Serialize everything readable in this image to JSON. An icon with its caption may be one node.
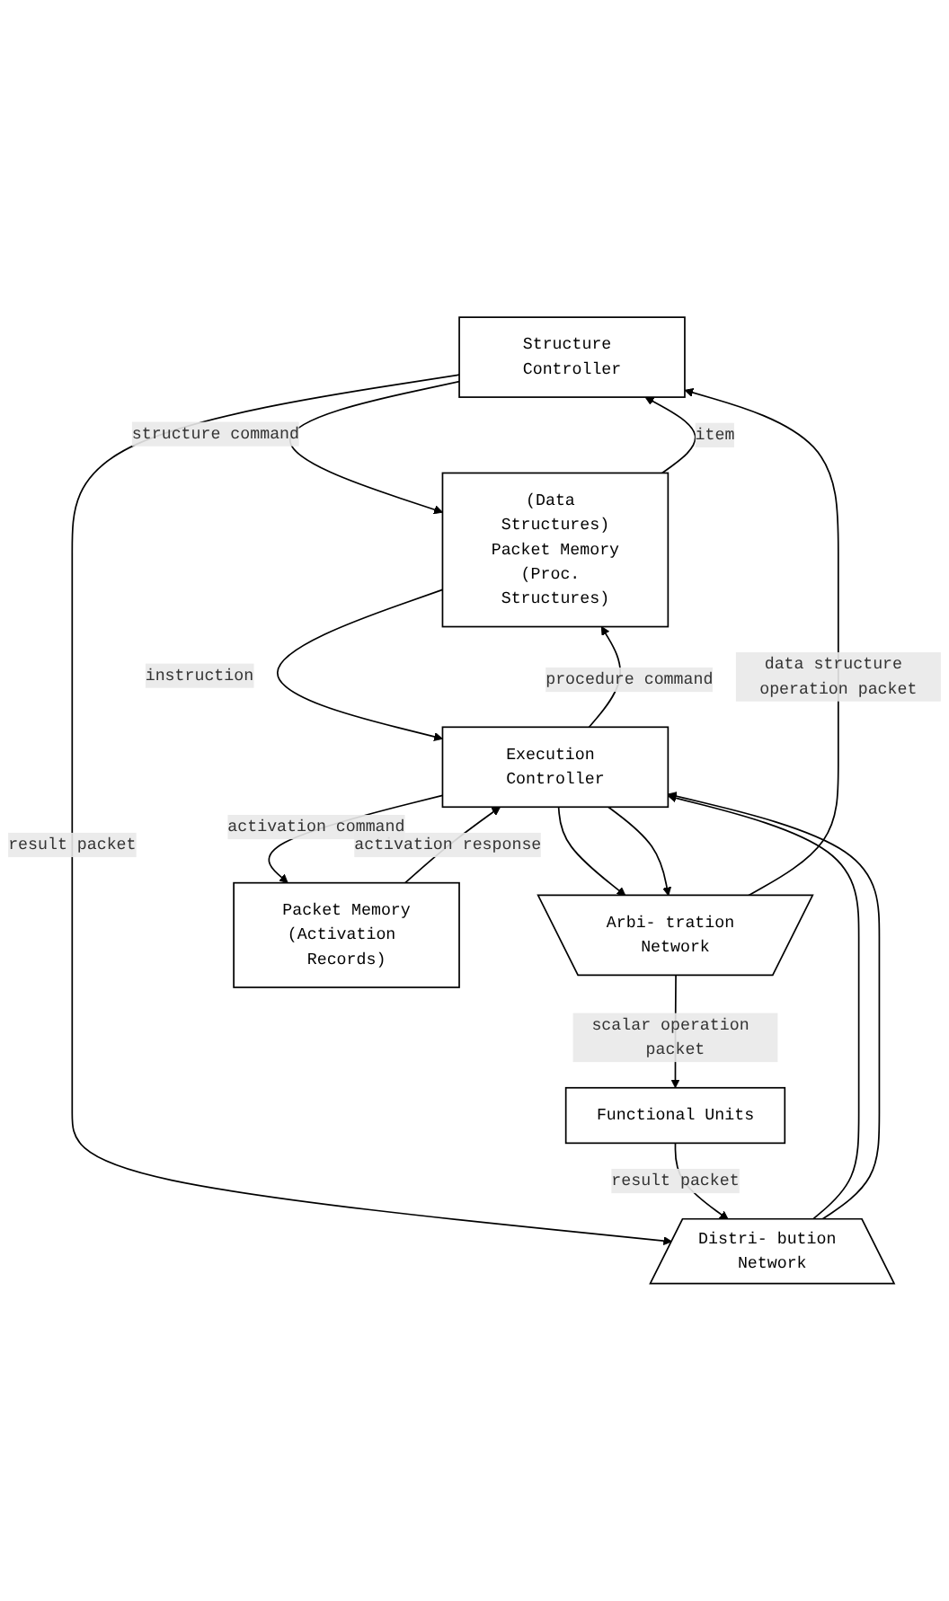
{
  "diagram": {
    "nodes": [
      {
        "text": [
          "Structure Controller"
        ]
      },
      {
        "text": [
          "(Data Structures)",
          "Packet Memory",
          "(Proc. Structures)"
        ]
      },
      {
        "text": [
          "Distri- bution Network"
        ]
      },
      {
        "text": [
          "Execution Controller"
        ]
      },
      {
        "text": [
          "Arbi- tration Network"
        ]
      },
      {
        "text": [
          "Packet Memory",
          "(Activation Records)"
        ]
      },
      {
        "text": [
          "Functional Units"
        ]
      }
    ],
    "edges": [
      {
        "from": 0,
        "to": 1,
        "arrow": "to",
        "label": "structure command"
      },
      {
        "from": 1,
        "to": 0,
        "arrow": "to",
        "label": "item"
      },
      {
        "from": 3,
        "to": 1,
        "arrow": "to",
        "label": "procedure command"
      },
      {
        "from": 1,
        "to": 3,
        "arrow": "to",
        "label": "instruction"
      },
      {
        "from": 0,
        "to": 2,
        "arrow": "to",
        "label": "result packet"
      },
      {
        "from": 4,
        "to": 0,
        "arrow": "to",
        "label": "data structure operation packet"
      },
      {
        "from": 2,
        "to": 3,
        "arrow": "to"
      },
      {
        "from": 2,
        "to": 3,
        "arrow": "to"
      },
      {
        "from": 3,
        "to": 4,
        "arrow": "to"
      },
      {
        "from": 3,
        "to": 4,
        "arrow": "to"
      },
      {
        "from": 5,
        "to": 3,
        "arrow": "to",
        "label": "activation response"
      },
      {
        "from": 3,
        "to": 5,
        "arrow": "to",
        "label": "activation command"
      },
      {
        "from": 6,
        "to": 2,
        "arrow": "to",
        "label": "result packet"
      },
      {
        "from": 4,
        "to": 6,
        "arrow": "to",
        "label": "scalar operation packet"
      }
    ]
  }
}
